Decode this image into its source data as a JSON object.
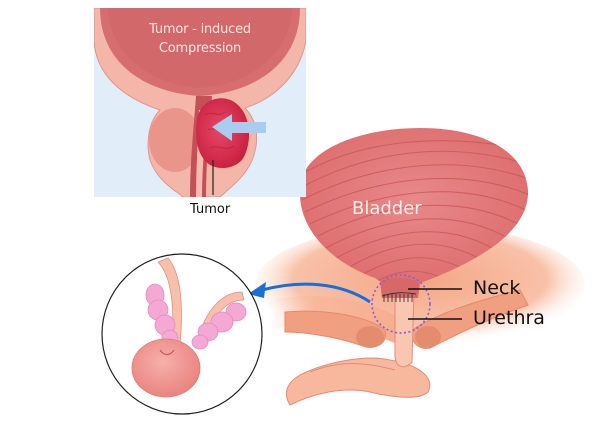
{
  "figure": {
    "description": "Medical illustration of bladder neck and urethra with tumor-induced compression inset and zoomed prostate/seminal vesicle detail",
    "inset": {
      "title_line1": "Tumor - induced",
      "title_line2": "Compression",
      "tumor_label": "Tumor",
      "background_color": "#e1eefa",
      "tumor_color": "#d42a4a",
      "arrow_color": "#a8cdf0"
    },
    "main": {
      "bladder_label": "Bladder",
      "bladder_color": "#e07070",
      "tissue_color": "#f6b495",
      "callouts": [
        {
          "label": "Neck"
        },
        {
          "label": "Urethra"
        }
      ],
      "highlight_circle_color": "#8a5ad8",
      "pointer_arrow_color": "#1a6fd4"
    },
    "detail_circle": {
      "content": "prostate and seminal vesicles",
      "gland_color": "#f3a9d4",
      "prostate_color": "#ef8a86"
    }
  }
}
